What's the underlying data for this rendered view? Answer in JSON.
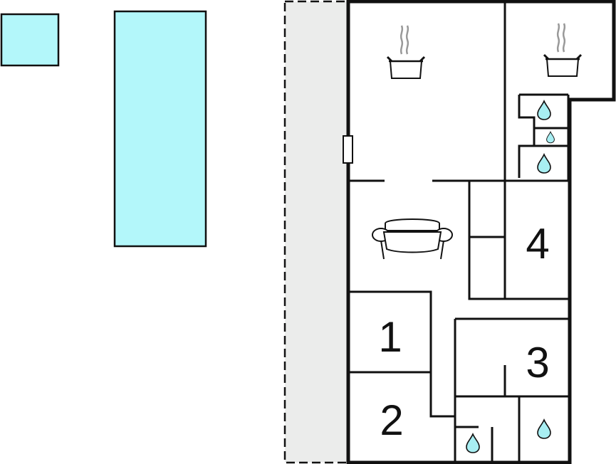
{
  "floor_plan": {
    "rooms": [
      {
        "id": "bedroom-1",
        "label": "1"
      },
      {
        "id": "bedroom-2",
        "label": "2"
      },
      {
        "id": "bedroom-3",
        "label": "3"
      },
      {
        "id": "bedroom-4",
        "label": "4"
      }
    ],
    "icons": [
      "pot-icon",
      "pot-icon",
      "sofa-icon",
      "water-drop-icon"
    ],
    "colors": {
      "pool": "#b3f7fa",
      "terrace": "#ebeceb",
      "wall": "#111111",
      "water": "#a8eef2"
    }
  }
}
